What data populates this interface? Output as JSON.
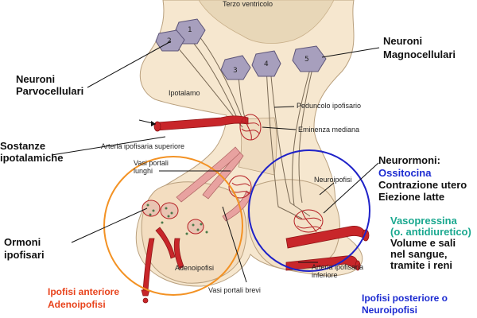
{
  "labels": {
    "third_ventricle": "Terzo ventricolo",
    "parvocellular_line1": "Neuroni",
    "parvocellular_line2": "Parvocellulari",
    "magnocellular_line1": "Neuroni",
    "magnocellular_line2": "Magnocellulari",
    "hypothalamus": "Ipotalamo",
    "hypophyseal_peduncle": "Peduncolo ipofisario",
    "median_eminence": "Eminenza mediana",
    "hypothalamic_substances_line1": "Sostanze",
    "hypothalamic_substances_line2": "ipotalamiche",
    "superior_artery": "Arteria ipofisaria superiore",
    "long_portal_line1": "Vasi portali",
    "long_portal_line2": "lunghi",
    "neurohypophysis": "Neuroipofisi",
    "neurohormones": "Neurormoni:",
    "oxytocin": "Ossitocina",
    "uterine_contraction": "Contrazione utero",
    "milk_ejection": "Eiezione latte",
    "vasopressin": "Vasopressina",
    "antidiuretic": "(o. antidiuretico)",
    "volume_salts": "Volume e sali",
    "in_blood": "nel sangue,",
    "via_kidneys": "tramite i reni",
    "pituitary_hormones_line1": "Ormoni",
    "pituitary_hormones_line2": "ipofisari",
    "adenohypophysis": "Adenoipofisi",
    "inferior_artery_line1": "Arteria ipofisaria",
    "inferior_artery_line2": "inferiore",
    "short_portal": "Vasi portali brevi",
    "anterior_line1": "Ipofisi anteriore",
    "anterior_line2": "Adenoipofisi",
    "posterior_line1": "Ipofisi posteriore o",
    "posterior_line2": "Neuroipofisi"
  },
  "neuron_numbers": [
    "1",
    "2",
    "3",
    "4",
    "5"
  ],
  "colors": {
    "anterior_highlight": "#f39224",
    "posterior_highlight": "#1f22c8",
    "artery": "#c8262a",
    "oxytocin_text": "#1c2bd1",
    "vasopressin_text": "#1aa88f",
    "anterior_text": "#e8431c"
  }
}
